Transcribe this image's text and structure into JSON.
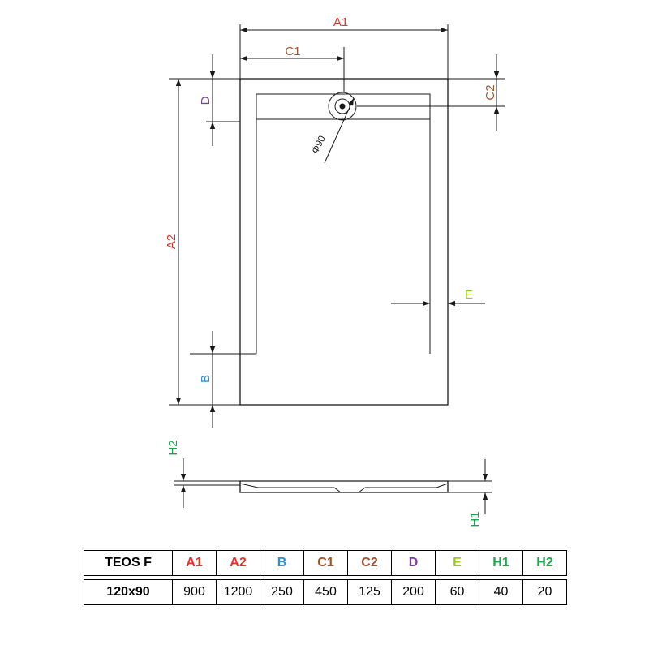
{
  "dimension_labels": {
    "a1": "A1",
    "a2": "A2",
    "b": "B",
    "c1": "C1",
    "c2": "C2",
    "d": "D",
    "e": "E",
    "h1": "H1",
    "h2": "H2",
    "drain_diameter": "Φ90"
  },
  "colors": {
    "a1": "#e8302a",
    "a2": "#e8302a",
    "b": "#2f8fd4",
    "c1": "#a0522d",
    "c2": "#a0522d",
    "d": "#7b3fa0",
    "e": "#9ccc1a",
    "h1": "#1aa64a",
    "h2": "#1aa64a",
    "line": "#1a1a1a"
  },
  "table": {
    "model_header": "TEOS F",
    "model_value": "120x90",
    "columns": [
      {
        "key": "A1",
        "value": "900",
        "color": "#e8302a"
      },
      {
        "key": "A2",
        "value": "1200",
        "color": "#e8302a"
      },
      {
        "key": "B",
        "value": "250",
        "color": "#2f8fd4"
      },
      {
        "key": "C1",
        "value": "450",
        "color": "#a0522d"
      },
      {
        "key": "C2",
        "value": "125",
        "color": "#a0522d"
      },
      {
        "key": "D",
        "value": "200",
        "color": "#7b3fa0"
      },
      {
        "key": "E",
        "value": "60",
        "color": "#9ccc1a"
      },
      {
        "key": "H1",
        "value": "40",
        "color": "#1aa64a"
      },
      {
        "key": "H2",
        "value": "20",
        "color": "#1aa64a"
      }
    ]
  }
}
